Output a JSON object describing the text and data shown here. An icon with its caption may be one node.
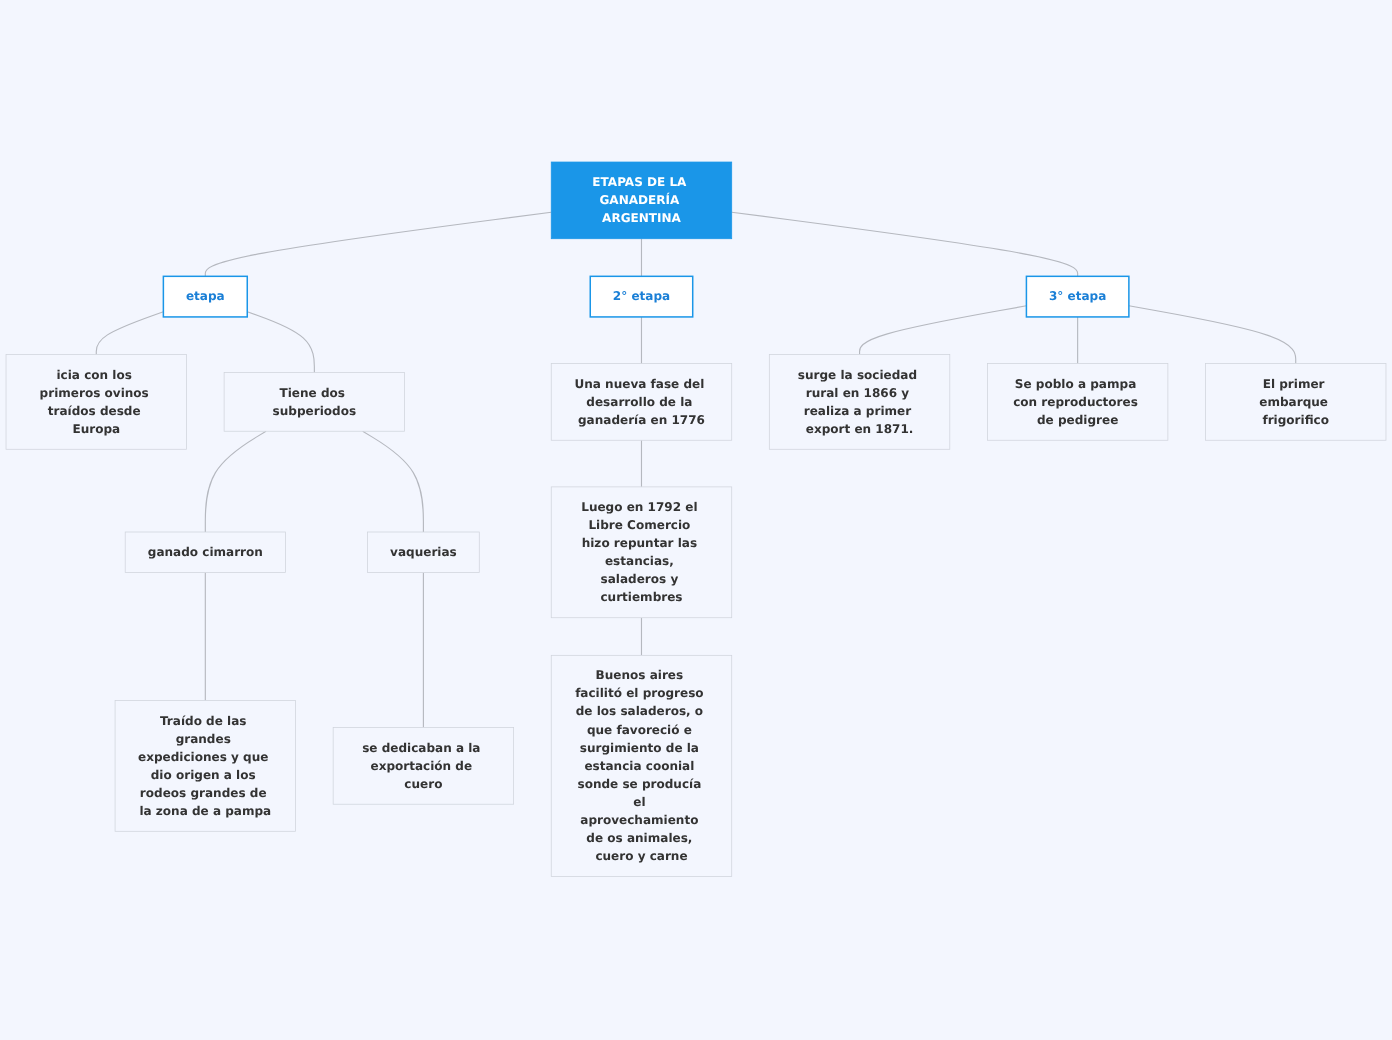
{
  "diagram": {
    "nodes": [
      {
        "text": [
          "ETAPAS DE LA GANADERÍA ARGENTINA"
        ]
      },
      {
        "text": [
          "etapa"
        ]
      },
      {
        "text": [
          "icia con los primeros ovinos traídos desde Europa"
        ]
      },
      {
        "text": [
          "Tiene dos subperiodos"
        ]
      },
      {
        "text": [
          "ganado cimarron"
        ]
      },
      {
        "text": [
          "vaquerias"
        ]
      },
      {
        "text": [
          "Traído de las grandes expediciones y que dio origen a los rodeos grandes de la zona de a pampa"
        ]
      },
      {
        "text": [
          "se dedicaban a la exportación de cuero"
        ]
      },
      {
        "text": [
          "2° etapa"
        ]
      },
      {
        "text": [
          "Una nueva fase del desarrollo de la ganadería en 1776"
        ]
      },
      {
        "text": [
          "Luego en 1792 el Libre Comercio hizo repuntar las estancias, saladeros y curtiembres"
        ]
      },
      {
        "text": [
          "Buenos aires facilitó el progreso de los saladeros, o que favoreció e surgimiento de la estancia coonial sonde se producía el aprovechamiento de os animales, cuero y carne"
        ]
      },
      {
        "text": [
          "3° etapa"
        ]
      },
      {
        "text": [
          "surge la sociedad rural en 1866 y realiza a primer export en 1871."
        ]
      },
      {
        "text": [
          "Se poblo a pampa con reproductores de pedigree"
        ]
      },
      {
        "text": [
          "El primer embarque frigorifico"
        ]
      }
    ],
    "edges": [
      {
        "from": 0,
        "to": 1,
        "arrow": "none"
      },
      {
        "from": 0,
        "to": 8,
        "arrow": "none"
      },
      {
        "from": 0,
        "to": 12,
        "arrow": "none"
      },
      {
        "from": 1,
        "to": 2,
        "arrow": "none"
      },
      {
        "from": 1,
        "to": 3,
        "arrow": "none"
      },
      {
        "from": 3,
        "to": 4,
        "arrow": "none"
      },
      {
        "from": 3,
        "to": 5,
        "arrow": "none"
      },
      {
        "from": 4,
        "to": 6,
        "arrow": "none"
      },
      {
        "from": 5,
        "to": 7,
        "arrow": "none"
      },
      {
        "from": 8,
        "to": 9,
        "arrow": "none"
      },
      {
        "from": 9,
        "to": 10,
        "arrow": "none"
      },
      {
        "from": 10,
        "to": 11,
        "arrow": "none"
      },
      {
        "from": 12,
        "to": 13,
        "arrow": "none"
      },
      {
        "from": 12,
        "to": 14,
        "arrow": "none"
      },
      {
        "from": 12,
        "to": 15,
        "arrow": "none"
      }
    ]
  }
}
